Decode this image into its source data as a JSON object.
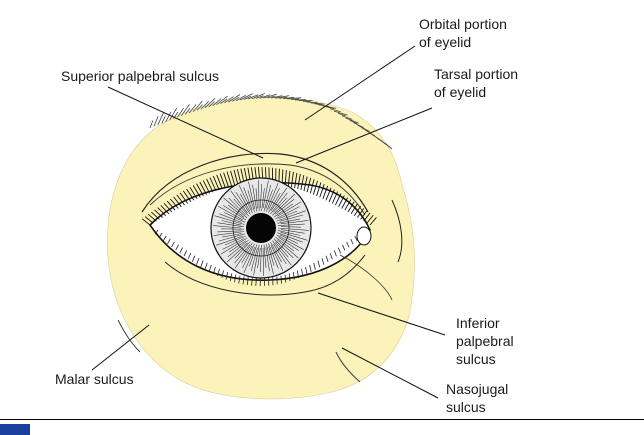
{
  "diagram": {
    "labels": {
      "orbital_portion": [
        "Orbital portion",
        "of eyelid"
      ],
      "superior_sulcus": [
        "Superior palpebral sulcus"
      ],
      "tarsal_portion": [
        "Tarsal portion",
        "of eyelid"
      ],
      "inferior_sulcus": [
        "Inferior",
        "palpebral",
        "sulcus"
      ],
      "malar_sulcus": [
        "Malar sulcus"
      ],
      "nasojugal_sulcus": [
        "Nasojugal",
        "sulcus"
      ]
    },
    "colors": {
      "skin": "#fbf3b9",
      "ink": "#1a1a1a",
      "badge": "#1a3f9c"
    }
  }
}
